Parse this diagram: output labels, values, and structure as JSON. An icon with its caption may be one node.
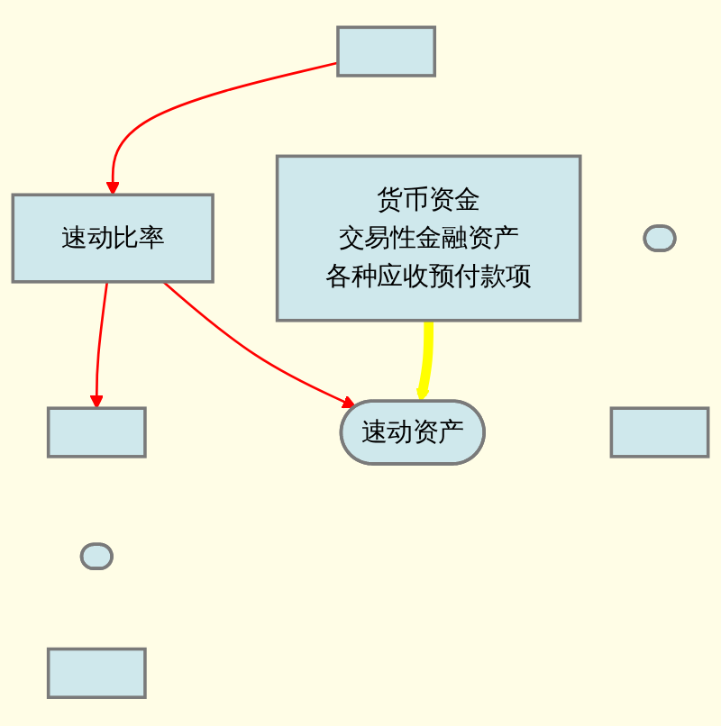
{
  "diagram": {
    "nodes": [
      {
        "text": [],
        "shape": "box"
      },
      {
        "text": [
          "速动比率"
        ]
      },
      {
        "text": [],
        "shape": "box"
      },
      {
        "text": [],
        "shape": "ellipse"
      },
      {
        "text": [
          "速动资产"
        ]
      },
      {
        "text": [],
        "shape": "ellipse"
      },
      {
        "text": [],
        "shape": "box"
      },
      {
        "text": [
          "货币资金",
          "交易性金融资产",
          "各种应收预付款项"
        ]
      },
      {
        "text": [],
        "shape": "box"
      }
    ],
    "edges": [
      {
        "from": 0,
        "to": 1,
        "arrow": "to"
      },
      {
        "from": 1,
        "to": 2,
        "arrow": "to"
      },
      {
        "from": 1,
        "to": 4,
        "arrow": "to"
      },
      {
        "from": 7,
        "to": 4,
        "arrow": "to",
        "style": "thick",
        "color": "#ffff00"
      }
    ]
  }
}
